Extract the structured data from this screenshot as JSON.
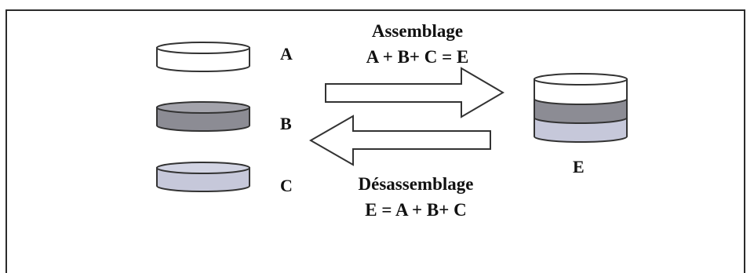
{
  "labels": {
    "a": "A",
    "b": "B",
    "c": "C",
    "e": "E"
  },
  "assembly": {
    "title": "Assemblage",
    "equation": "A + B+ C = E"
  },
  "disassembly": {
    "title": "Désassemblage",
    "equation": "E = A + B+ C"
  },
  "colors": {
    "disk_a": "#ffffff",
    "disk_b": "#8c8c94",
    "disk_c": "#c6c8da",
    "outline": "#333333",
    "arrow_fill": "#ffffff"
  }
}
